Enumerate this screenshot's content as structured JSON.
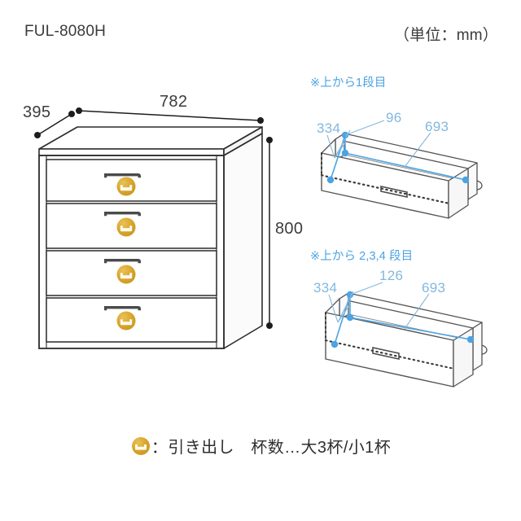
{
  "header": {
    "model_no": "FUL-8080H",
    "unit_note": "（単位：mm）"
  },
  "main_drawing": {
    "name": "chest-of-drawers-isometric",
    "drawer_count": 4,
    "dimensions": {
      "width_label": "782",
      "depth_label": "395",
      "height_label": "800"
    }
  },
  "detail_drawings": [
    {
      "title": "※上から1段目",
      "height_label": "96",
      "depth_label": "334",
      "width_label": "693"
    },
    {
      "title": "※上から 2,3,4 段目",
      "height_label": "126",
      "depth_label": "334",
      "width_label": "693"
    }
  ],
  "legend": {
    "icon": "drawer-icon",
    "text": "：引き出し　杯数…大3杯/小1杯"
  },
  "colors": {
    "accent_blue": "#4ba3e3",
    "dim_blue": "#83b8dd",
    "drawer_gold": "#d9a62c",
    "line": "#2b2b2b"
  }
}
